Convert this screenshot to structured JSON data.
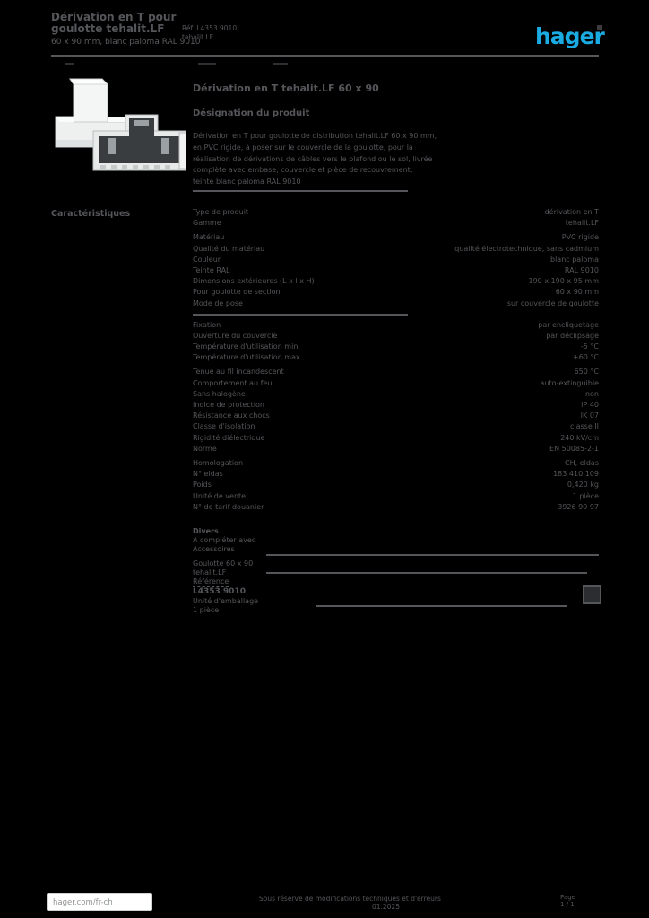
{
  "colors": {
    "background": "#000000",
    "ink": "#55565a",
    "accent": "#1aabe3",
    "footer_text": "#8f9294"
  },
  "header": {
    "title_line1": "Dérivation en T pour",
    "title_line2": "goulotte tehalit.LF",
    "subtitle": "60 x 90 mm, blanc paloma RAL 9010",
    "ref_line1": "Réf. L4353 9010",
    "ref_line2": "tehalit.LF",
    "logo_text": "hager"
  },
  "product": {
    "title": "Dérivation en T tehalit.LF 60 x 90",
    "section_label": "Désignation du produit",
    "description_lines": [
      "Dérivation en T pour goulotte de distribution tehalit.LF 60 x 90 mm,",
      "en PVC rigide, à poser sur le couvercle de la goulotte, pour la",
      "réalisation de dérivations de câbles vers le plafond ou le sol, livrée",
      "complète avec embase, couvercle et pièce de recouvrement,",
      "teinte blanc paloma RAL 9010"
    ]
  },
  "sidebar": {
    "label": "Caractéristiques"
  },
  "characteristics": {
    "rows": [
      {
        "label": "Type de produit",
        "value": "dérivation en T"
      },
      {
        "label": "Gamme",
        "value": "tehalit.LF"
      },
      {
        "label": "Matériau",
        "value": "PVC rigide",
        "gap": true
      },
      {
        "label": "Qualité du matériau",
        "value": "qualité électrotechnique, sans cadmium"
      },
      {
        "label": "Couleur",
        "value": "blanc paloma"
      },
      {
        "label": "Teinte RAL",
        "value": "RAL 9010"
      },
      {
        "label": "Dimensions extérieures (L x l x H)",
        "value": "190 x 190 x 95 mm"
      },
      {
        "label": "Pour goulotte de section",
        "value": "60 x 90 mm"
      },
      {
        "label": "Mode de pose",
        "value": "sur couvercle de goulotte"
      },
      {
        "type": "rule"
      },
      {
        "label": "Fixation",
        "value": "par encliquetage"
      },
      {
        "label": "Ouverture du couvercle",
        "value": "par déclipsage"
      },
      {
        "label": "Température d'utilisation min.",
        "value": "-5 °C"
      },
      {
        "label": "Température d'utilisation max.",
        "value": "+60 °C"
      },
      {
        "label": "Tenue au fil incandescent",
        "value": "650 °C",
        "gap": true
      },
      {
        "label": "Comportement au feu",
        "value": "auto-extinguible"
      },
      {
        "label": "Sans halogène",
        "value": "non"
      },
      {
        "label": "Indice de protection",
        "value": "IP 40"
      },
      {
        "label": "Résistance aux chocs",
        "value": "IK 07"
      },
      {
        "label": "Classe d'isolation",
        "value": "classe II"
      },
      {
        "label": "Rigidité diélectrique",
        "value": "240 kV/cm"
      },
      {
        "label": "Norme",
        "value": "EN 50085-2-1"
      },
      {
        "label": "Homologation",
        "value": "CH, eldas",
        "gap": true
      },
      {
        "label": "N° eldas",
        "value": "183 410 109"
      },
      {
        "label": "Poids",
        "value": "0,420 kg"
      },
      {
        "label": "Unité de vente",
        "value": "1 pièce"
      },
      {
        "label": "N° de tarif douanier",
        "value": "3926 90 97"
      }
    ]
  },
  "accessories": {
    "heading": "Divers",
    "line1": "À compléter avec",
    "line2": "Accessoires",
    "item1_label": "Goulotte 60 x 90",
    "item1_note": "tehalit.LF",
    "ref_label": "Référence",
    "ref_value": "L4353 9010",
    "pack_label": "Unité d'emballage",
    "pack_value": "1 pièce"
  },
  "footer": {
    "website": "hager.com/fr-ch",
    "notice": "Sous réserve de modifications techniques et d'erreurs",
    "revision": "01.2025",
    "page_line1": "Page",
    "page_line2": "1 / 1"
  }
}
